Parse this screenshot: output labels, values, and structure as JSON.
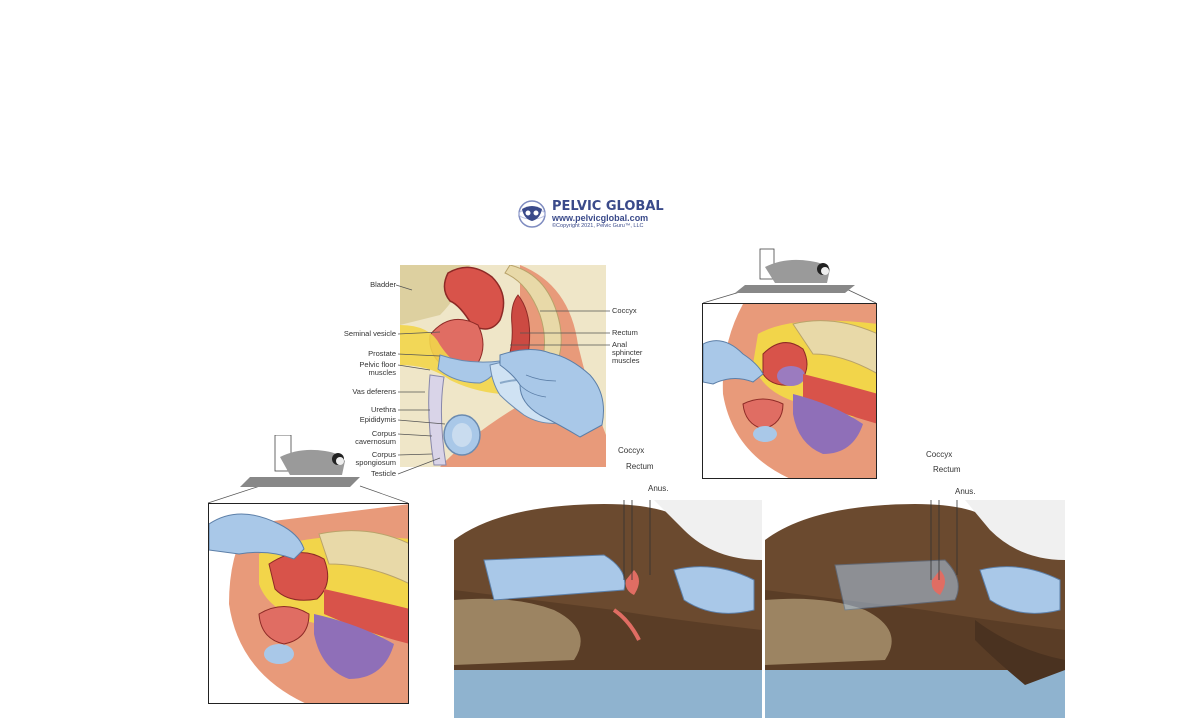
{
  "brand": {
    "name": "PELVIC GLOBAL",
    "url": "www.pelvicglobal.com",
    "copyright": "©Copyright 2021, Pelvic Guru™, LLC"
  },
  "anatomy": {
    "left_labels": [
      "Bladder",
      "Seminal vesicle",
      "Prostate",
      "Pelvic floor muscles",
      "Vas deferens",
      "Urethra",
      "Epididymis",
      "Corpus cavernosum",
      "Corpus spongiosum",
      "Testicle"
    ],
    "right_labels": [
      "Coccyx",
      "Rectum",
      "Anal sphincter muscles"
    ]
  },
  "photo_labels": {
    "coccyx": "Coccyx",
    "rectum": "Rectum",
    "anus": "Anus."
  },
  "colors": {
    "skin": "#e89a7a",
    "muscle": "#d8534a",
    "bone": "#e8d9a8",
    "fat": "#f2d54a",
    "glove": "#a9c8e8",
    "brand": "#3a4a8a"
  }
}
